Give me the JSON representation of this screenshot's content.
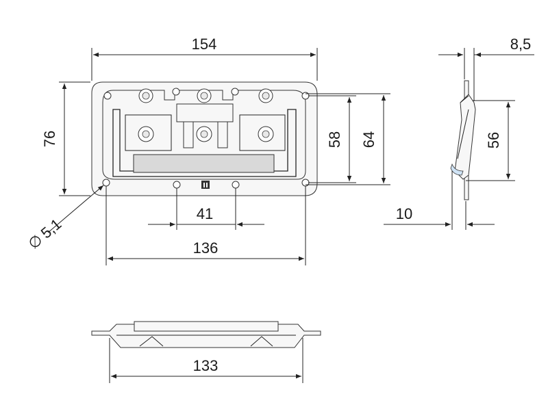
{
  "dimensions": {
    "width_overall": "154",
    "side_depth": "8,5",
    "height_overall": "76",
    "hole_vertical_58": "58",
    "vertical_64": "64",
    "side_height_56": "56",
    "hole_diameter": "5,1",
    "hole_spacing_41": "41",
    "side_thickness_10": "10",
    "hole_spacing_136": "136",
    "bottom_width_133": "133"
  },
  "symbols": {
    "diameter": "∅"
  }
}
